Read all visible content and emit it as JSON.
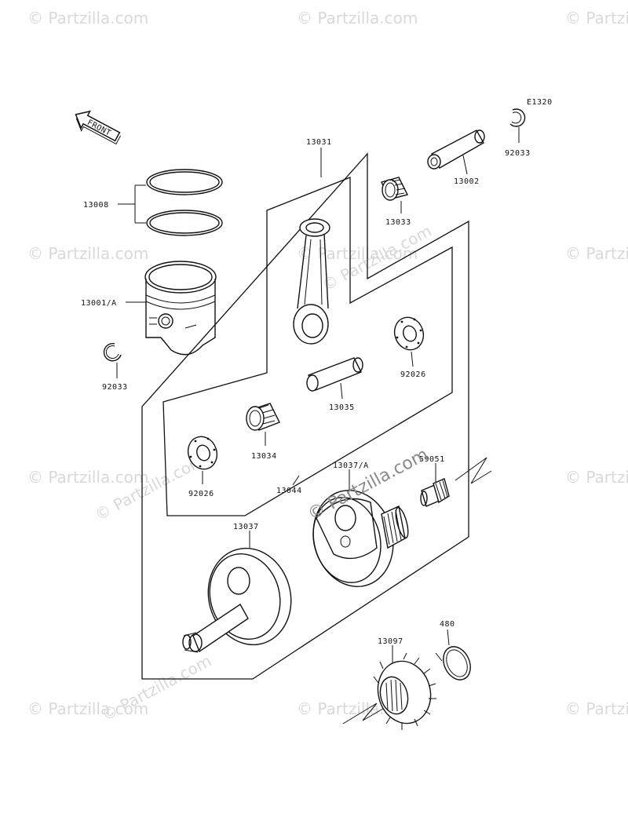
{
  "diagram": {
    "code": "E1320",
    "front_label": "FRONT",
    "watermark": "© Partzilla.com",
    "center_watermark": "© Partzilla.com",
    "parts": {
      "p13031": "13031",
      "p13008": "13008",
      "p13001a": "13001/A",
      "p92033_left": "92033",
      "p92033_right": "92033",
      "p13002": "13002",
      "p13033": "13033",
      "p92026_right": "92026",
      "p13035": "13035",
      "p13034": "13034",
      "p92026_left": "92026",
      "p13044": "13044",
      "p13037a": "13037/A",
      "p59051": "59051",
      "p13037": "13037",
      "p480": "480",
      "p13097": "13097"
    }
  }
}
